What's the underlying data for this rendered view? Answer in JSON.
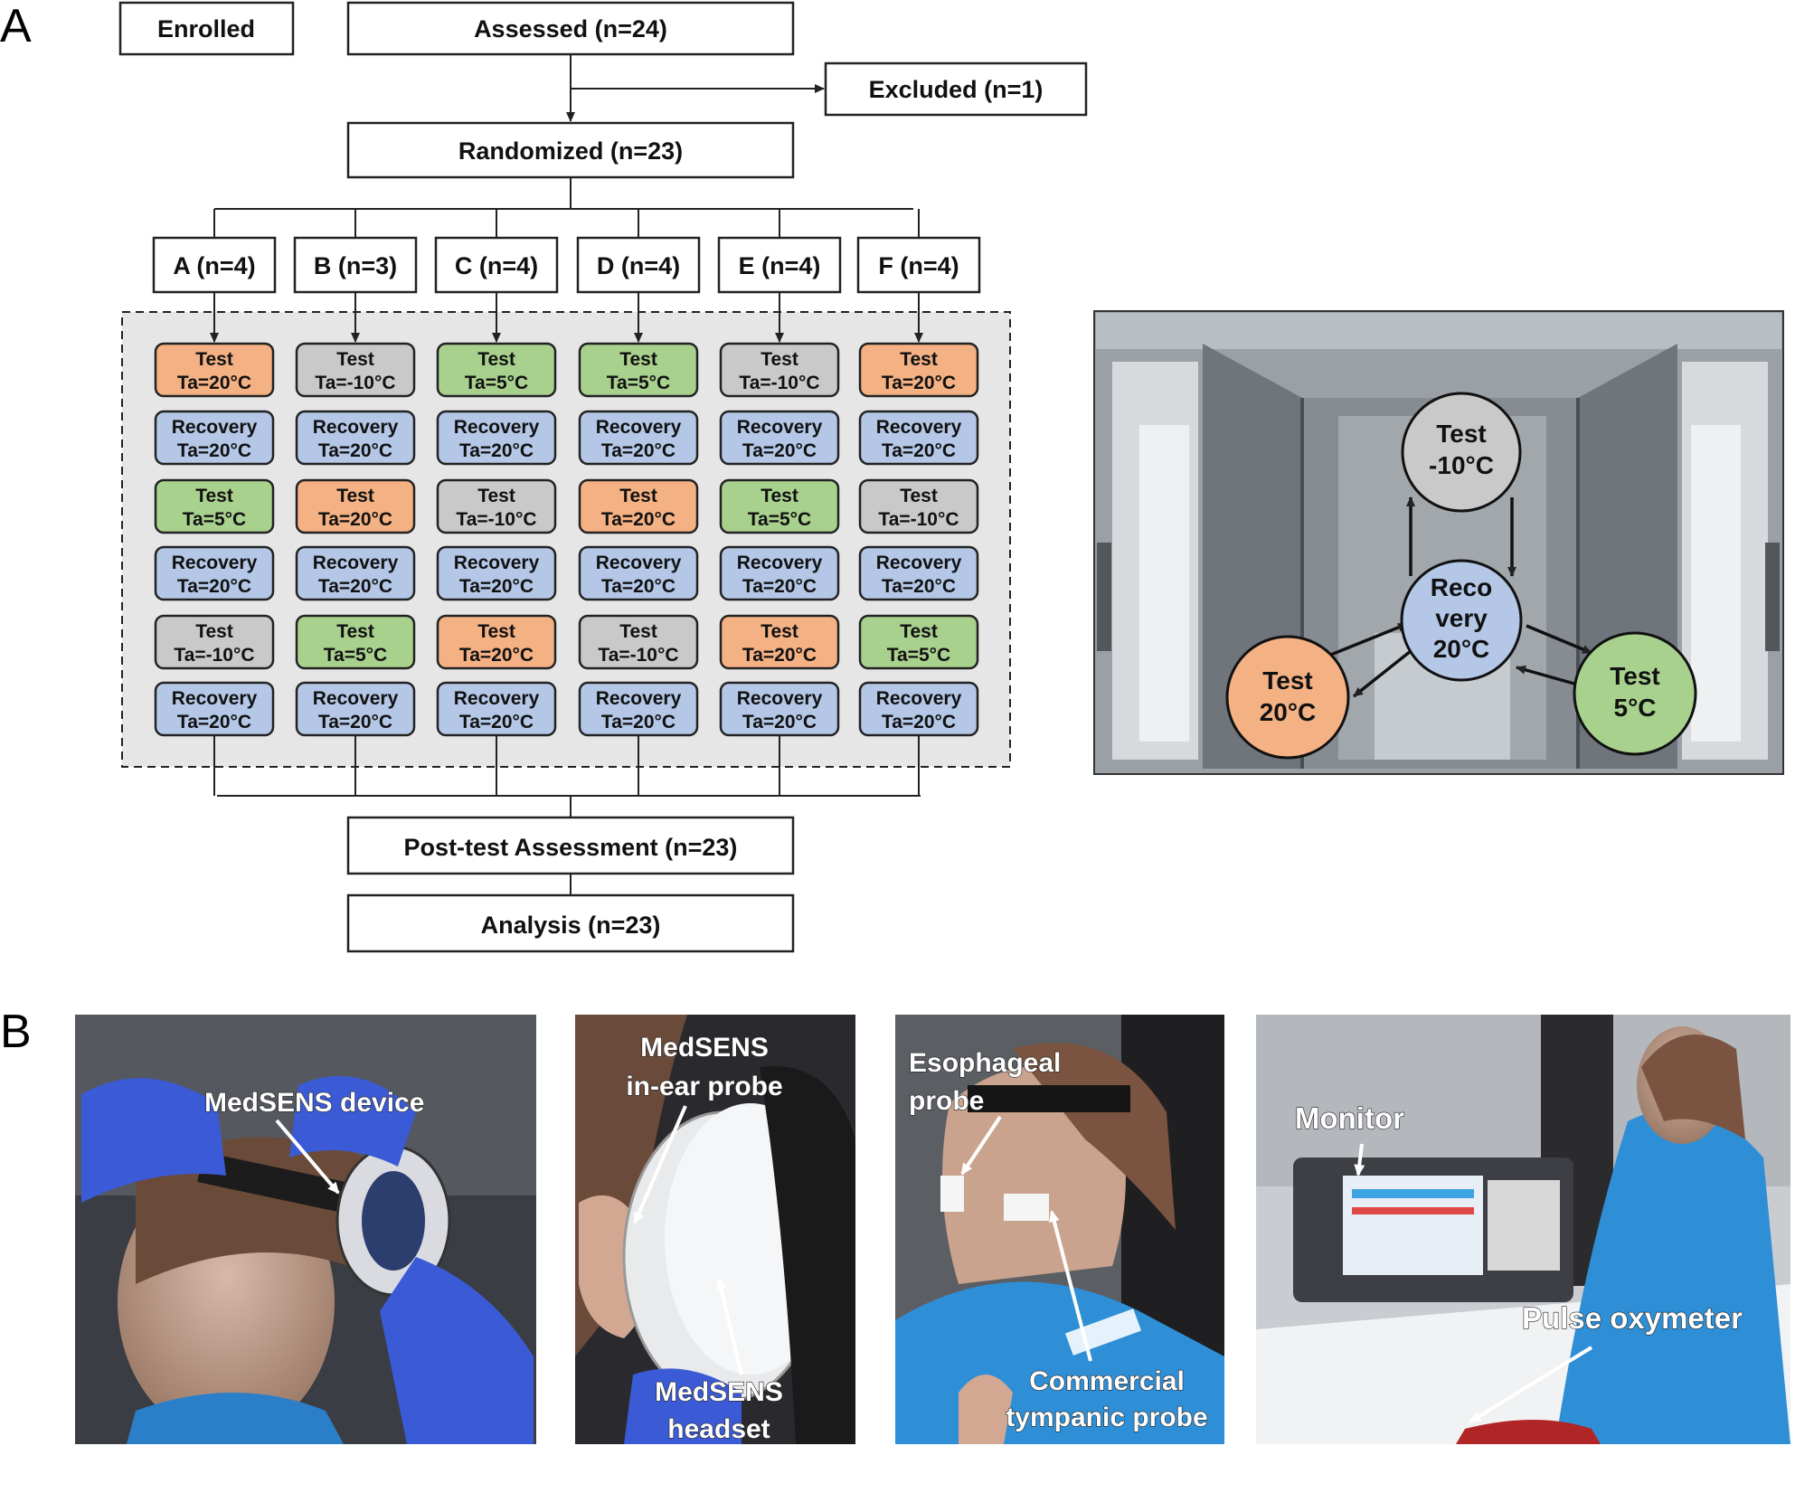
{
  "panel_labels": {
    "a": "A",
    "b": "B"
  },
  "flowchart": {
    "enrolled": "Enrolled",
    "assessed": "Assessed (n=24)",
    "excluded": "Excluded (n=1)",
    "randomized": "Randomized (n=23)",
    "post_test": "Post-test Assessment (n=23)",
    "analysis": "Analysis (n=23)",
    "groups": [
      {
        "label": "A (n=4)",
        "seq": [
          "T20",
          "R",
          "T5",
          "R",
          "Tm10",
          "R"
        ]
      },
      {
        "label": "B (n=3)",
        "seq": [
          "Tm10",
          "R",
          "T20",
          "R",
          "T5",
          "R"
        ]
      },
      {
        "label": "C (n=4)",
        "seq": [
          "T5",
          "R",
          "Tm10",
          "R",
          "T20",
          "R"
        ]
      },
      {
        "label": "D (n=4)",
        "seq": [
          "T5",
          "R",
          "T20",
          "R",
          "Tm10",
          "R"
        ]
      },
      {
        "label": "E (n=4)",
        "seq": [
          "Tm10",
          "R",
          "T5",
          "R",
          "T20",
          "R"
        ]
      },
      {
        "label": "F (n=4)",
        "seq": [
          "T20",
          "R",
          "Tm10",
          "R",
          "T5",
          "R"
        ]
      }
    ],
    "cells": {
      "T20": {
        "l1": "Test",
        "l2": "Ta=20°C",
        "color": "#f4b183"
      },
      "T5": {
        "l1": "Test",
        "l2": "Ta=5°C",
        "color": "#a9d18e"
      },
      "Tm10": {
        "l1": "Test",
        "l2": "Ta=-10°C",
        "color": "#c9c9c9"
      },
      "R": {
        "l1": "Recovery",
        "l2": "Ta=20°C",
        "color": "#b4c7e7"
      }
    }
  },
  "chamber": {
    "test_cold": [
      "Test",
      "-10°C"
    ],
    "recovery": [
      "Reco",
      "very",
      "20°C"
    ],
    "test_warm": [
      "Test",
      "20°C"
    ],
    "test_cool": [
      "Test",
      "5°C"
    ],
    "colors": {
      "cold": "#c9c9c9",
      "recovery": "#b4c7e7",
      "warm": "#f4b183",
      "cool": "#a9d18e"
    }
  },
  "photos": {
    "p1": [
      "MedSENS device"
    ],
    "p2_a": [
      "MedSENS",
      "in-ear probe"
    ],
    "p2_b": [
      "MedSENS",
      "headset"
    ],
    "p3_a": [
      "Esophageal",
      "probe"
    ],
    "p3_b": [
      "Commercial",
      "tympanic probe"
    ],
    "p4_a": [
      "Monitor"
    ],
    "p4_b": [
      "Pulse oxymeter"
    ]
  }
}
